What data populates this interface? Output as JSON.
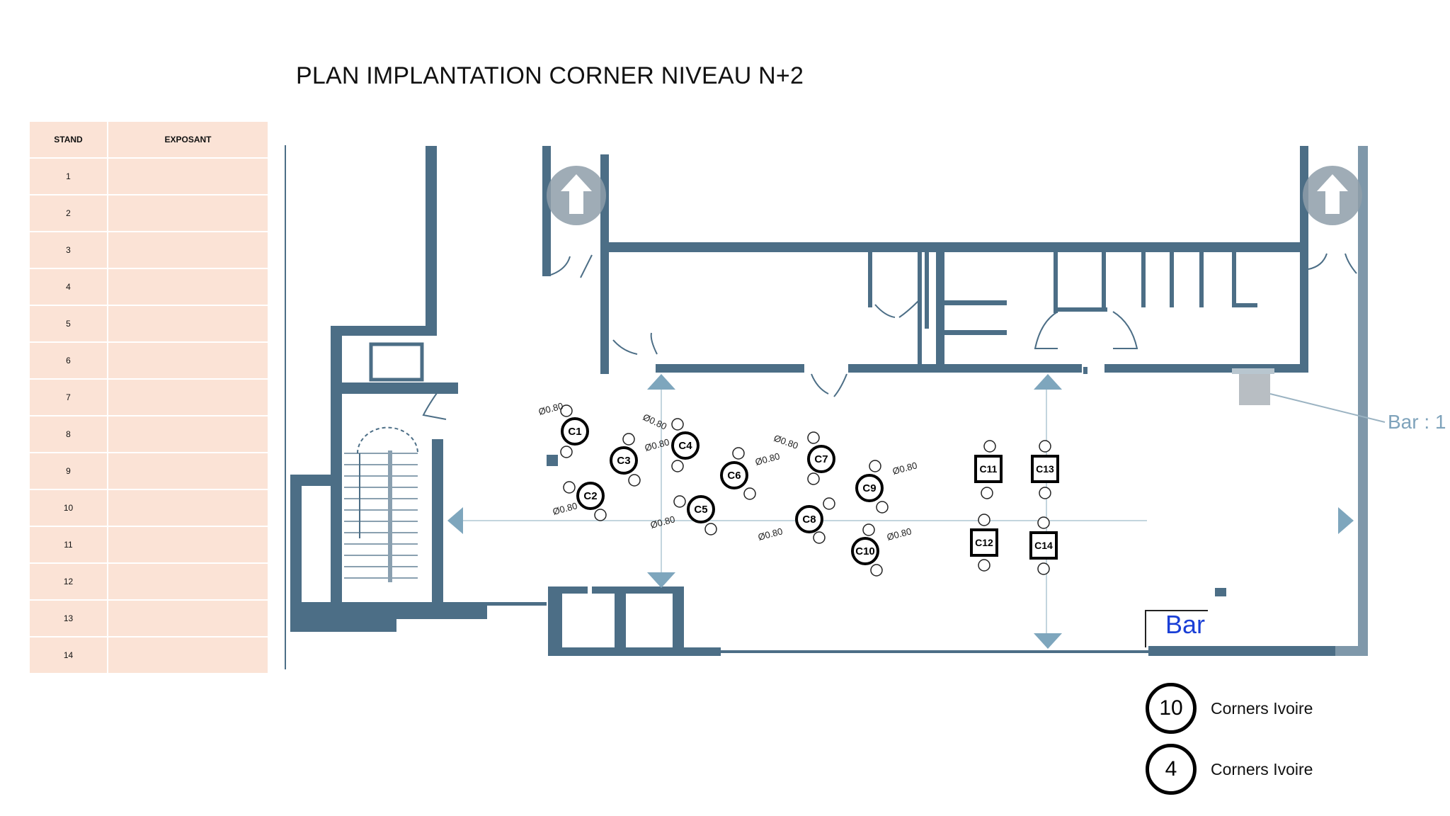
{
  "title": "PLAN IMPLANTATION CORNER NIVEAU N+2",
  "table": {
    "headers": [
      "STAND",
      "EXPOSANT"
    ],
    "rows": [
      "1",
      "2",
      "3",
      "4",
      "5",
      "6",
      "7",
      "8",
      "9",
      "10",
      "11",
      "12",
      "13",
      "14"
    ]
  },
  "stands": {
    "circles": [
      {
        "id": "C1",
        "label": "C1"
      },
      {
        "id": "C2",
        "label": "C2"
      },
      {
        "id": "C3",
        "label": "C3"
      },
      {
        "id": "C4",
        "label": "C4"
      },
      {
        "id": "C5",
        "label": "C5"
      },
      {
        "id": "C6",
        "label": "C6"
      },
      {
        "id": "C7",
        "label": "C7"
      },
      {
        "id": "C8",
        "label": "C8"
      },
      {
        "id": "C9",
        "label": "C9"
      },
      {
        "id": "C10",
        "label": "C10"
      }
    ],
    "squares": [
      {
        "id": "C11",
        "label": "C11"
      },
      {
        "id": "C12",
        "label": "C12"
      },
      {
        "id": "C13",
        "label": "C13"
      },
      {
        "id": "C14",
        "label": "C14"
      }
    ],
    "diameter_label": "Ø0.80"
  },
  "bar_labels": {
    "bar_main": "Bar",
    "bar_side": "Bar : 1"
  },
  "legend": [
    {
      "count": "10",
      "label": "Corners Ivoire"
    },
    {
      "count": "4",
      "label": "Corners Ivoire"
    }
  ],
  "colors": {
    "wall": "#4c6e86",
    "arrow": "#7ea6bd",
    "table_fill": "#fbe3d6",
    "bar_text": "#1a3fd6",
    "bar_side_text": "#7fa3bb"
  },
  "icons": [
    "up-arrow-icon"
  ]
}
